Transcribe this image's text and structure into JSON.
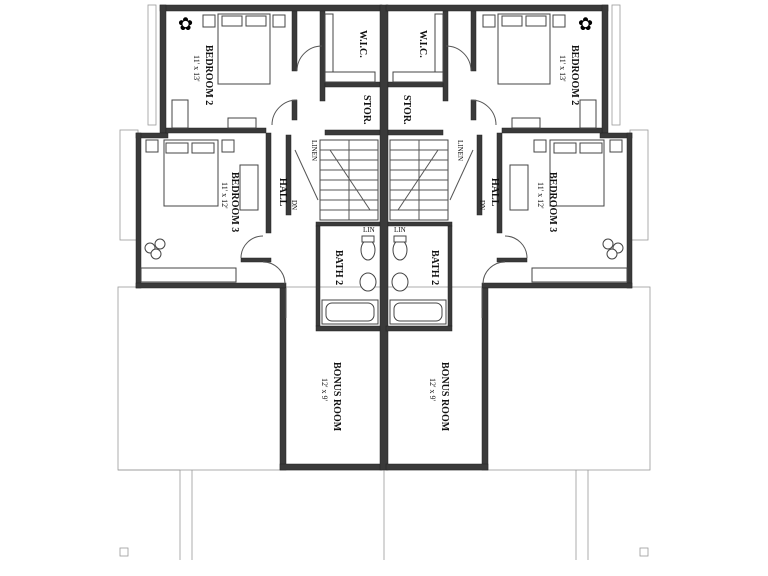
{
  "rooms": {
    "bedroom2": {
      "name": "BEDROOM 2",
      "dims": "11' x 13'"
    },
    "bedroom3": {
      "name": "BEDROOM 3",
      "dims": "11' x 12'"
    },
    "wic": {
      "name": "W.I.C."
    },
    "stor": {
      "name": "STOR."
    },
    "linen": {
      "name": "LINEN"
    },
    "hall": {
      "name": "HALL"
    },
    "dn": {
      "name": "DN"
    },
    "lin": {
      "name": "LIN"
    },
    "bath2": {
      "name": "BATH 2"
    },
    "bonus": {
      "name": "BONUS ROOM",
      "dims": "12' x 9'"
    }
  }
}
